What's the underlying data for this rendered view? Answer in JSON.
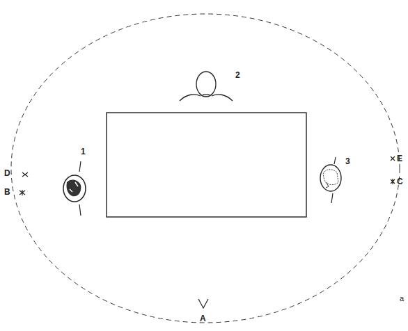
{
  "diagram": {
    "labels": [
      "2",
      "D",
      "E",
      "1",
      "3",
      "C",
      "B",
      "A",
      "a"
    ]
  }
}
